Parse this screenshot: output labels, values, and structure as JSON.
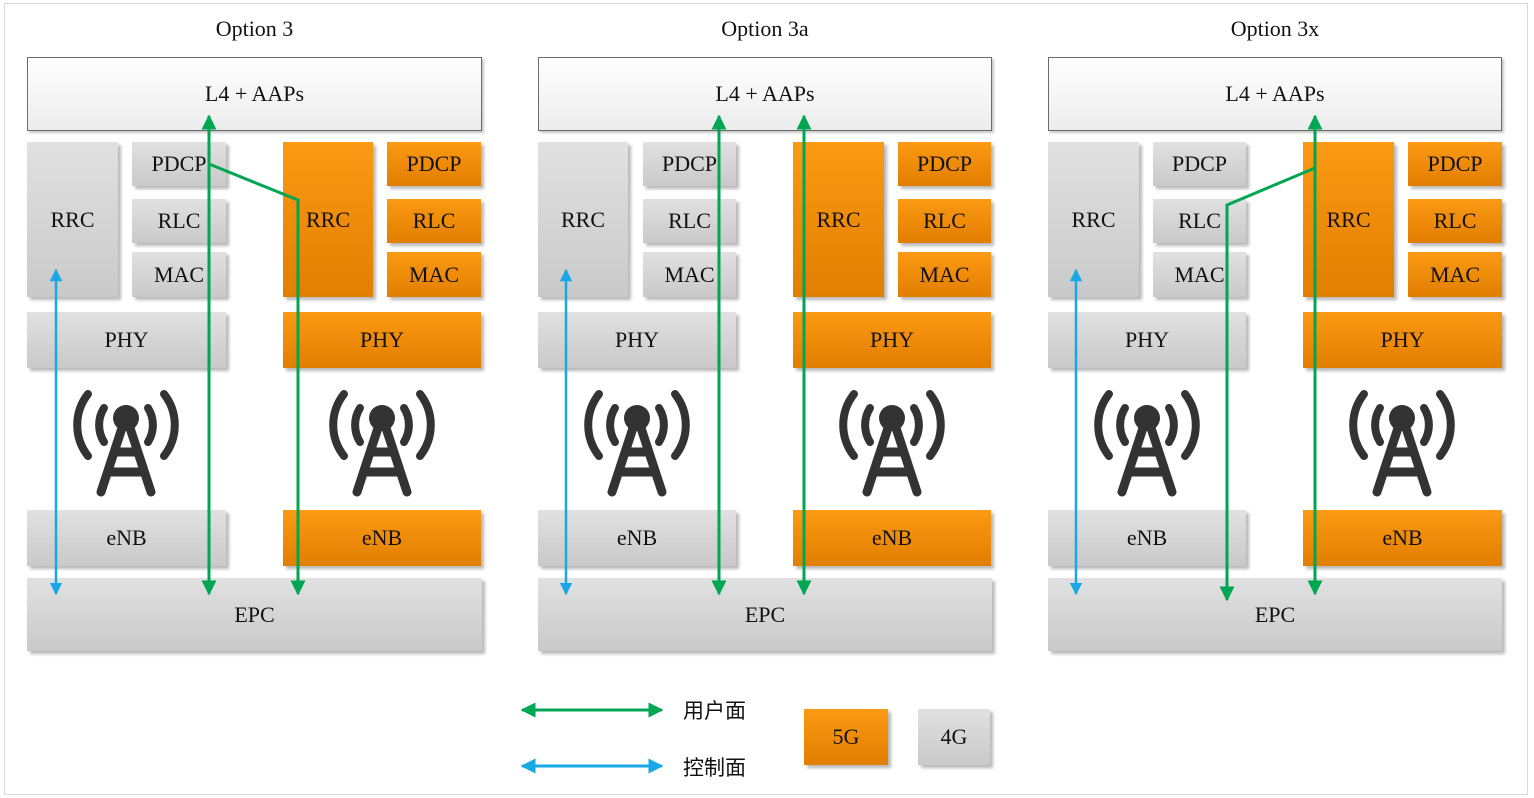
{
  "colors": {
    "five_g": "#f39200",
    "four_g": "#d3d3d3",
    "user_plane": "#00a651",
    "control_plane": "#1aa7e6",
    "tower": "#333333"
  },
  "panels": [
    {
      "title": "Option 3",
      "app_label": "L4 + AAPs",
      "lte": {
        "rrc": "RRC",
        "pdcp": "PDCP",
        "rlc": "RLC",
        "mac": "MAC",
        "phy": "PHY",
        "node": "eNB"
      },
      "nr": {
        "rrc": "RRC",
        "pdcp": "PDCP",
        "rlc": "RLC",
        "mac": "MAC",
        "phy": "PHY",
        "node": "eNB"
      },
      "core": "EPC"
    },
    {
      "title": "Option 3a",
      "app_label": "L4 + AAPs",
      "lte": {
        "rrc": "RRC",
        "pdcp": "PDCP",
        "rlc": "RLC",
        "mac": "MAC",
        "phy": "PHY",
        "node": "eNB"
      },
      "nr": {
        "rrc": "RRC",
        "pdcp": "PDCP",
        "rlc": "RLC",
        "mac": "MAC",
        "phy": "PHY",
        "node": "eNB"
      },
      "core": "EPC"
    },
    {
      "title": "Option 3x",
      "app_label": "L4 + AAPs",
      "lte": {
        "rrc": "RRC",
        "pdcp": "PDCP",
        "rlc": "RLC",
        "mac": "MAC",
        "phy": "PHY",
        "node": "eNB"
      },
      "nr": {
        "rrc": "RRC",
        "pdcp": "PDCP",
        "rlc": "RLC",
        "mac": "MAC",
        "phy": "PHY",
        "node": "eNB"
      },
      "core": "EPC"
    }
  ],
  "legend": {
    "user_plane": "用户面",
    "control_plane": "控制面",
    "five_g": "5G",
    "four_g": "4G"
  }
}
